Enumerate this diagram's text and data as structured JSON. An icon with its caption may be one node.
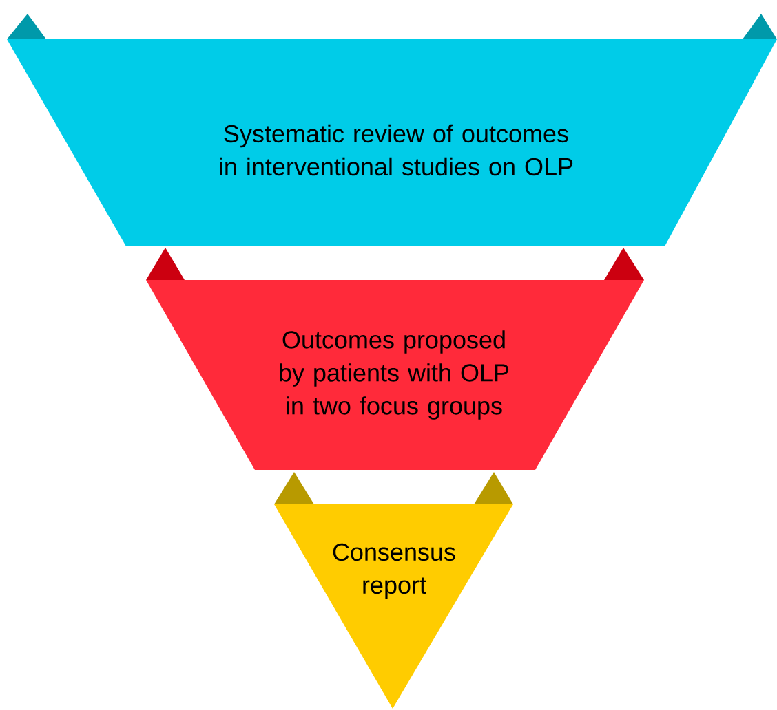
{
  "diagram": {
    "nodes": [
      {
        "text": [
          "Systematic review of outcomes in interventional studies on OLP"
        ]
      },
      {
        "text": [
          "Outcomes proposed by patients with OLP in two focus groups"
        ]
      },
      {
        "text": [
          "Consensus report"
        ]
      }
    ]
  }
}
